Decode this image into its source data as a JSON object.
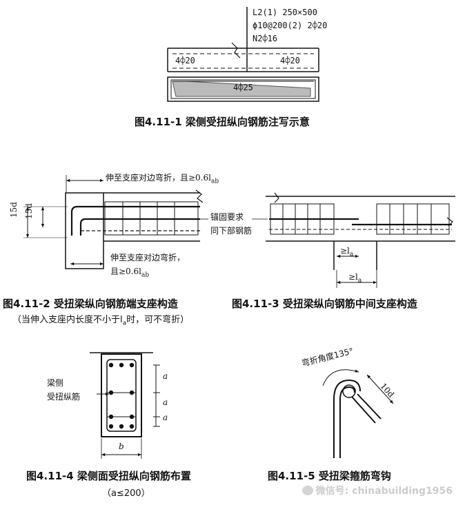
{
  "fig1": {
    "beam_mark": "L2(1)  250×500",
    "stirrup": "ϕ10@200(2)  2⌽20",
    "torsion_bars": "N2⌽16",
    "top_left_bars": "4⌽20",
    "top_right_bars": "4⌽20",
    "bottom_bars": "4⌽25",
    "caption": "图4.11-1  梁侧受扭纵向钢筋注写示意"
  },
  "fig2": {
    "top_note": "伸至支座对边弯折，且≥0.6l",
    "top_note_sub": "ab",
    "bottom_note_line1": "伸至支座对边弯折，",
    "bottom_note_line2": "且≥0.6l",
    "bottom_note_sub": "ab",
    "dim_outer": "15d",
    "dim_inner": "15d",
    "caption": "图4.11-2  受扭梁纵向钢筋端支座构造",
    "note": "（当伸入支座内长度不小于l",
    "note_sub": "a",
    "note_tail": "时，可不弯折）"
  },
  "fig3": {
    "anchor_line1": "锚固要求",
    "anchor_line2": "同下部钢筋",
    "la_upper": "≥l",
    "la_upper_sub": "a",
    "la_lower": "≥l",
    "la_lower_sub": "a",
    "caption": "图4.11-3  受扭梁纵向钢筋中间支座构造"
  },
  "fig4": {
    "label_line1": "梁侧",
    "label_line2": "受扭纵筋",
    "dim_a1": "a",
    "dim_a2": "a",
    "dim_a3": "a",
    "dim_b": "b",
    "caption": "图4.11-4  梁侧面受扭纵向钢筋布置",
    "note": "（a≤200）"
  },
  "fig5": {
    "angle_label": "弯折角度135°",
    "length_label": "10d",
    "caption": "图4.11-5  受扭梁箍筋弯钩"
  },
  "watermark": {
    "text": "微信号: chinabuilding1956"
  }
}
